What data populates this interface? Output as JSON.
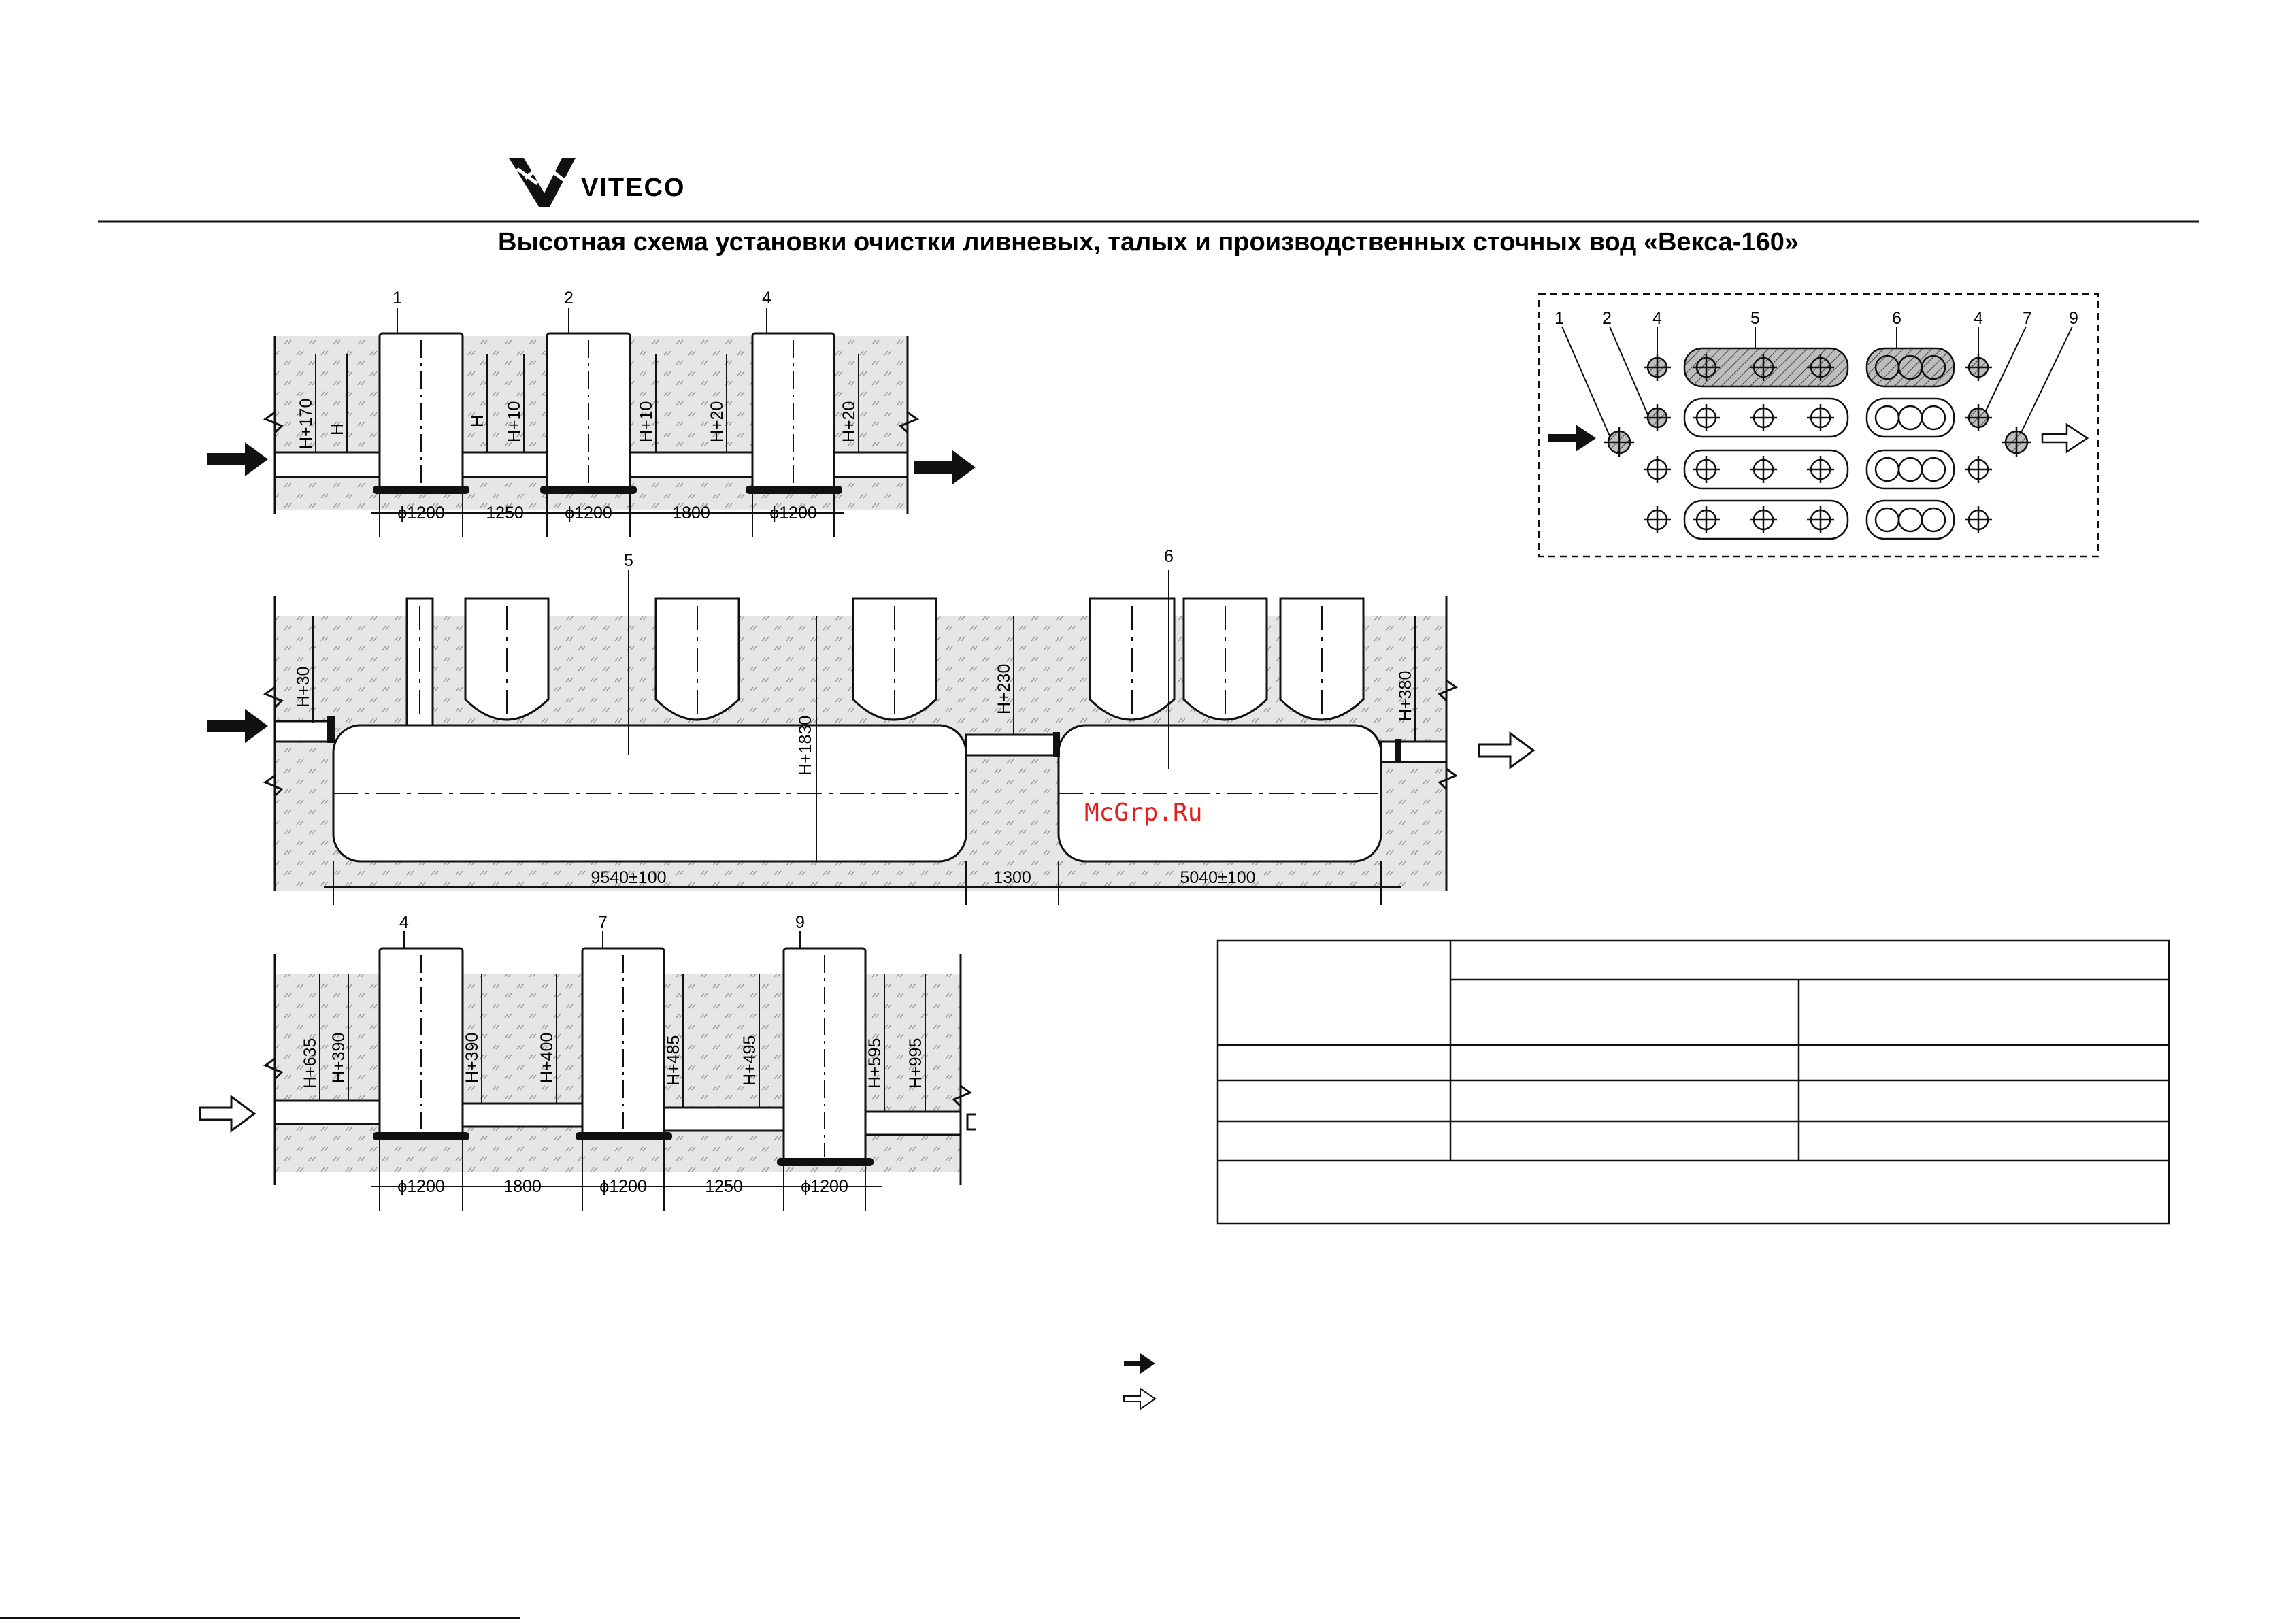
{
  "header": {
    "logo_text": "VITECO",
    "title": "Высотная схема установки очистки ливневых, талых и производственных сточных вод «Векса-160»"
  },
  "colors": {
    "ink": "#111111",
    "soil_fill": "#e6e6e6",
    "watermark": "#e02020"
  },
  "section1": {
    "numbers": [
      "1",
      "2",
      "4"
    ],
    "levels": [
      "H+170",
      "H",
      "H",
      "H+10",
      "H+10",
      "H+20",
      "H+20"
    ],
    "dims": [
      "ϕ1200",
      "1250",
      "ϕ1200",
      "1800",
      "ϕ1200"
    ]
  },
  "section2": {
    "numbers": [
      "5",
      "6"
    ],
    "levels": [
      "H+30",
      "H+1830",
      "H+230",
      "H+380"
    ],
    "dims": [
      "9540±100",
      "1300",
      "5040±100"
    ]
  },
  "section3": {
    "numbers": [
      "4",
      "7",
      "9"
    ],
    "levels": [
      "H+635",
      "H+390",
      "H+390",
      "H+400",
      "H+485",
      "H+495",
      "H+595",
      "H+995"
    ],
    "dims": [
      "ϕ1200",
      "1800",
      "ϕ1200",
      "1250",
      "ϕ1200"
    ]
  },
  "plan": {
    "numbers": [
      "1",
      "2",
      "4",
      "5",
      "6",
      "4",
      "7",
      "9"
    ]
  },
  "watermark": "McGrp.Ru"
}
